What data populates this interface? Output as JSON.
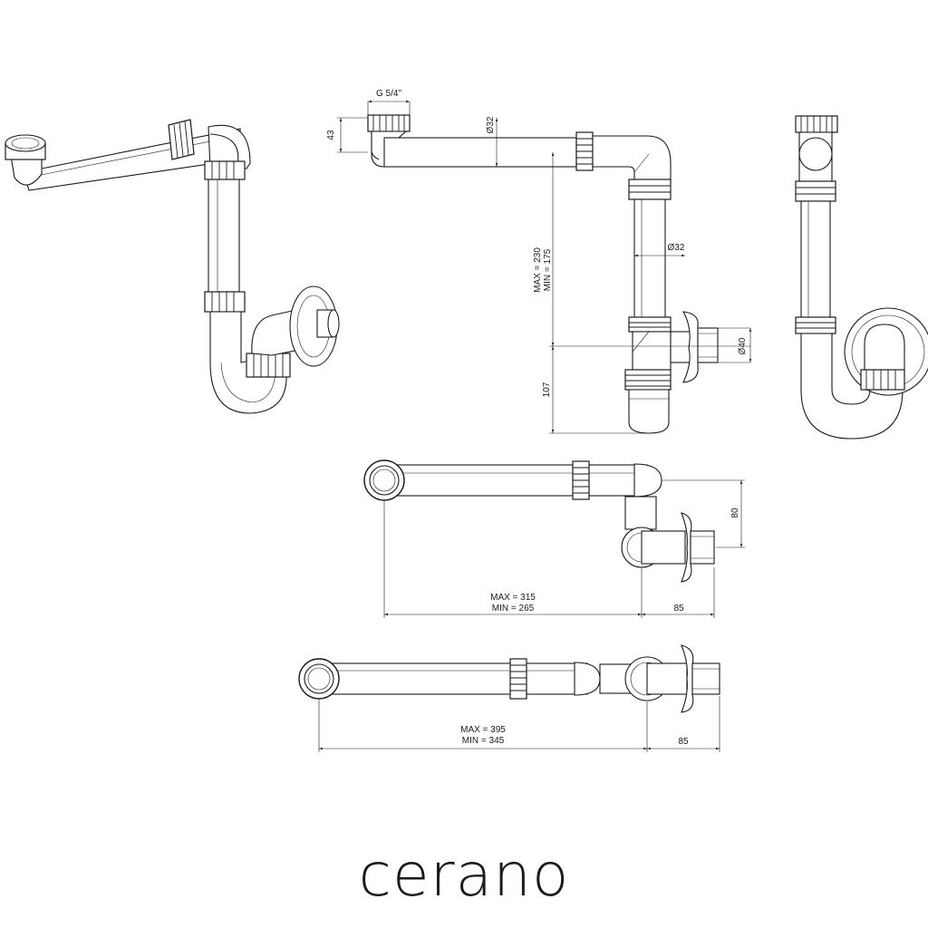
{
  "dimensions": {
    "thread": "G 5/4\"",
    "height_43": "43",
    "dia_32_top": "Ø32",
    "dia_32_side": "Ø32",
    "dia_40": "Ø40",
    "max_230": "MAX = 230",
    "min_175": "MIN = 175",
    "h_107": "107",
    "d_80": "80",
    "max_315": "MAX = 315",
    "min_265": "MIN = 265",
    "w_85_top": "85",
    "max_395": "MAX = 395",
    "min_345": "MIN = 345",
    "w_85_bottom": "85"
  },
  "brand": {
    "name": "cerano"
  }
}
